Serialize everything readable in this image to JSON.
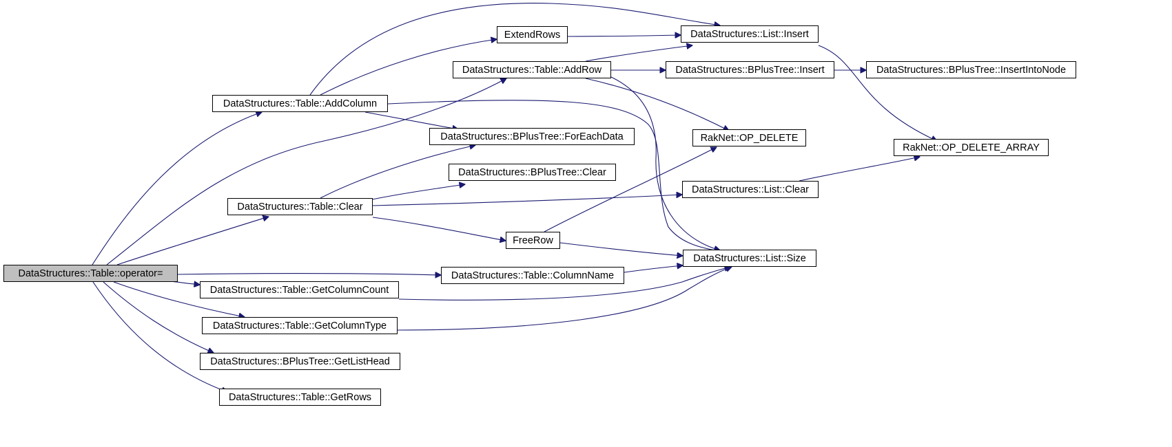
{
  "graph": {
    "type": "call-graph",
    "colors": {
      "edge": "#191970",
      "highlight": "#bfbfbf",
      "border": "#000000",
      "background": "#ffffff"
    },
    "nodes": [
      {
        "id": "op_assign",
        "label": "DataStructures::Table::operator=",
        "current": true
      },
      {
        "id": "addcolumn",
        "label": "DataStructures::Table::AddColumn"
      },
      {
        "id": "extendrows",
        "label": "ExtendRows"
      },
      {
        "id": "addrow",
        "label": "DataStructures::Table::AddRow"
      },
      {
        "id": "list_insert",
        "label": "DataStructures::List::Insert"
      },
      {
        "id": "bpt_insert",
        "label": "DataStructures::BPlusTree::Insert"
      },
      {
        "id": "bpt_insertintonode",
        "label": "DataStructures::BPlusTree::InsertIntoNode"
      },
      {
        "id": "bpt_foreachdata",
        "label": "DataStructures::BPlusTree::ForEachData"
      },
      {
        "id": "op_delete",
        "label": "RakNet::OP_DELETE"
      },
      {
        "id": "op_delete_array",
        "label": "RakNet::OP_DELETE_ARRAY"
      },
      {
        "id": "bpt_clear",
        "label": "DataStructures::BPlusTree::Clear"
      },
      {
        "id": "table_clear",
        "label": "DataStructures::Table::Clear"
      },
      {
        "id": "list_clear",
        "label": "DataStructures::List::Clear"
      },
      {
        "id": "freerow",
        "label": "FreeRow"
      },
      {
        "id": "list_size",
        "label": "DataStructures::List::Size"
      },
      {
        "id": "columnname",
        "label": "DataStructures::Table::ColumnName"
      },
      {
        "id": "getcolumncount",
        "label": "DataStructures::Table::GetColumnCount"
      },
      {
        "id": "getcolumntype",
        "label": "DataStructures::Table::GetColumnType"
      },
      {
        "id": "bpt_getlisthead",
        "label": "DataStructures::BPlusTree::GetListHead"
      },
      {
        "id": "getrows",
        "label": "DataStructures::Table::GetRows"
      }
    ],
    "edges": [
      {
        "from": "op_assign",
        "to": "addcolumn"
      },
      {
        "from": "op_assign",
        "to": "addrow"
      },
      {
        "from": "op_assign",
        "to": "table_clear"
      },
      {
        "from": "op_assign",
        "to": "columnname"
      },
      {
        "from": "op_assign",
        "to": "getcolumncount"
      },
      {
        "from": "op_assign",
        "to": "getcolumntype"
      },
      {
        "from": "op_assign",
        "to": "bpt_getlisthead"
      },
      {
        "from": "op_assign",
        "to": "getrows"
      },
      {
        "from": "addcolumn",
        "to": "list_insert"
      },
      {
        "from": "addcolumn",
        "to": "extendrows"
      },
      {
        "from": "addcolumn",
        "to": "bpt_foreachdata"
      },
      {
        "from": "addcolumn",
        "to": "list_size"
      },
      {
        "from": "extendrows",
        "to": "list_insert"
      },
      {
        "from": "addrow",
        "to": "list_insert"
      },
      {
        "from": "addrow",
        "to": "bpt_insert"
      },
      {
        "from": "addrow",
        "to": "op_delete"
      },
      {
        "from": "addrow",
        "to": "list_size"
      },
      {
        "from": "bpt_insert",
        "to": "bpt_insertintonode"
      },
      {
        "from": "list_insert",
        "to": "op_delete_array"
      },
      {
        "from": "table_clear",
        "to": "bpt_foreachdata"
      },
      {
        "from": "table_clear",
        "to": "bpt_clear"
      },
      {
        "from": "table_clear",
        "to": "list_clear"
      },
      {
        "from": "table_clear",
        "to": "freerow"
      },
      {
        "from": "list_clear",
        "to": "op_delete_array"
      },
      {
        "from": "freerow",
        "to": "op_delete"
      },
      {
        "from": "freerow",
        "to": "list_size"
      },
      {
        "from": "columnname",
        "to": "list_size"
      },
      {
        "from": "getcolumncount",
        "to": "list_size"
      },
      {
        "from": "getcolumntype",
        "to": "list_size"
      }
    ]
  }
}
